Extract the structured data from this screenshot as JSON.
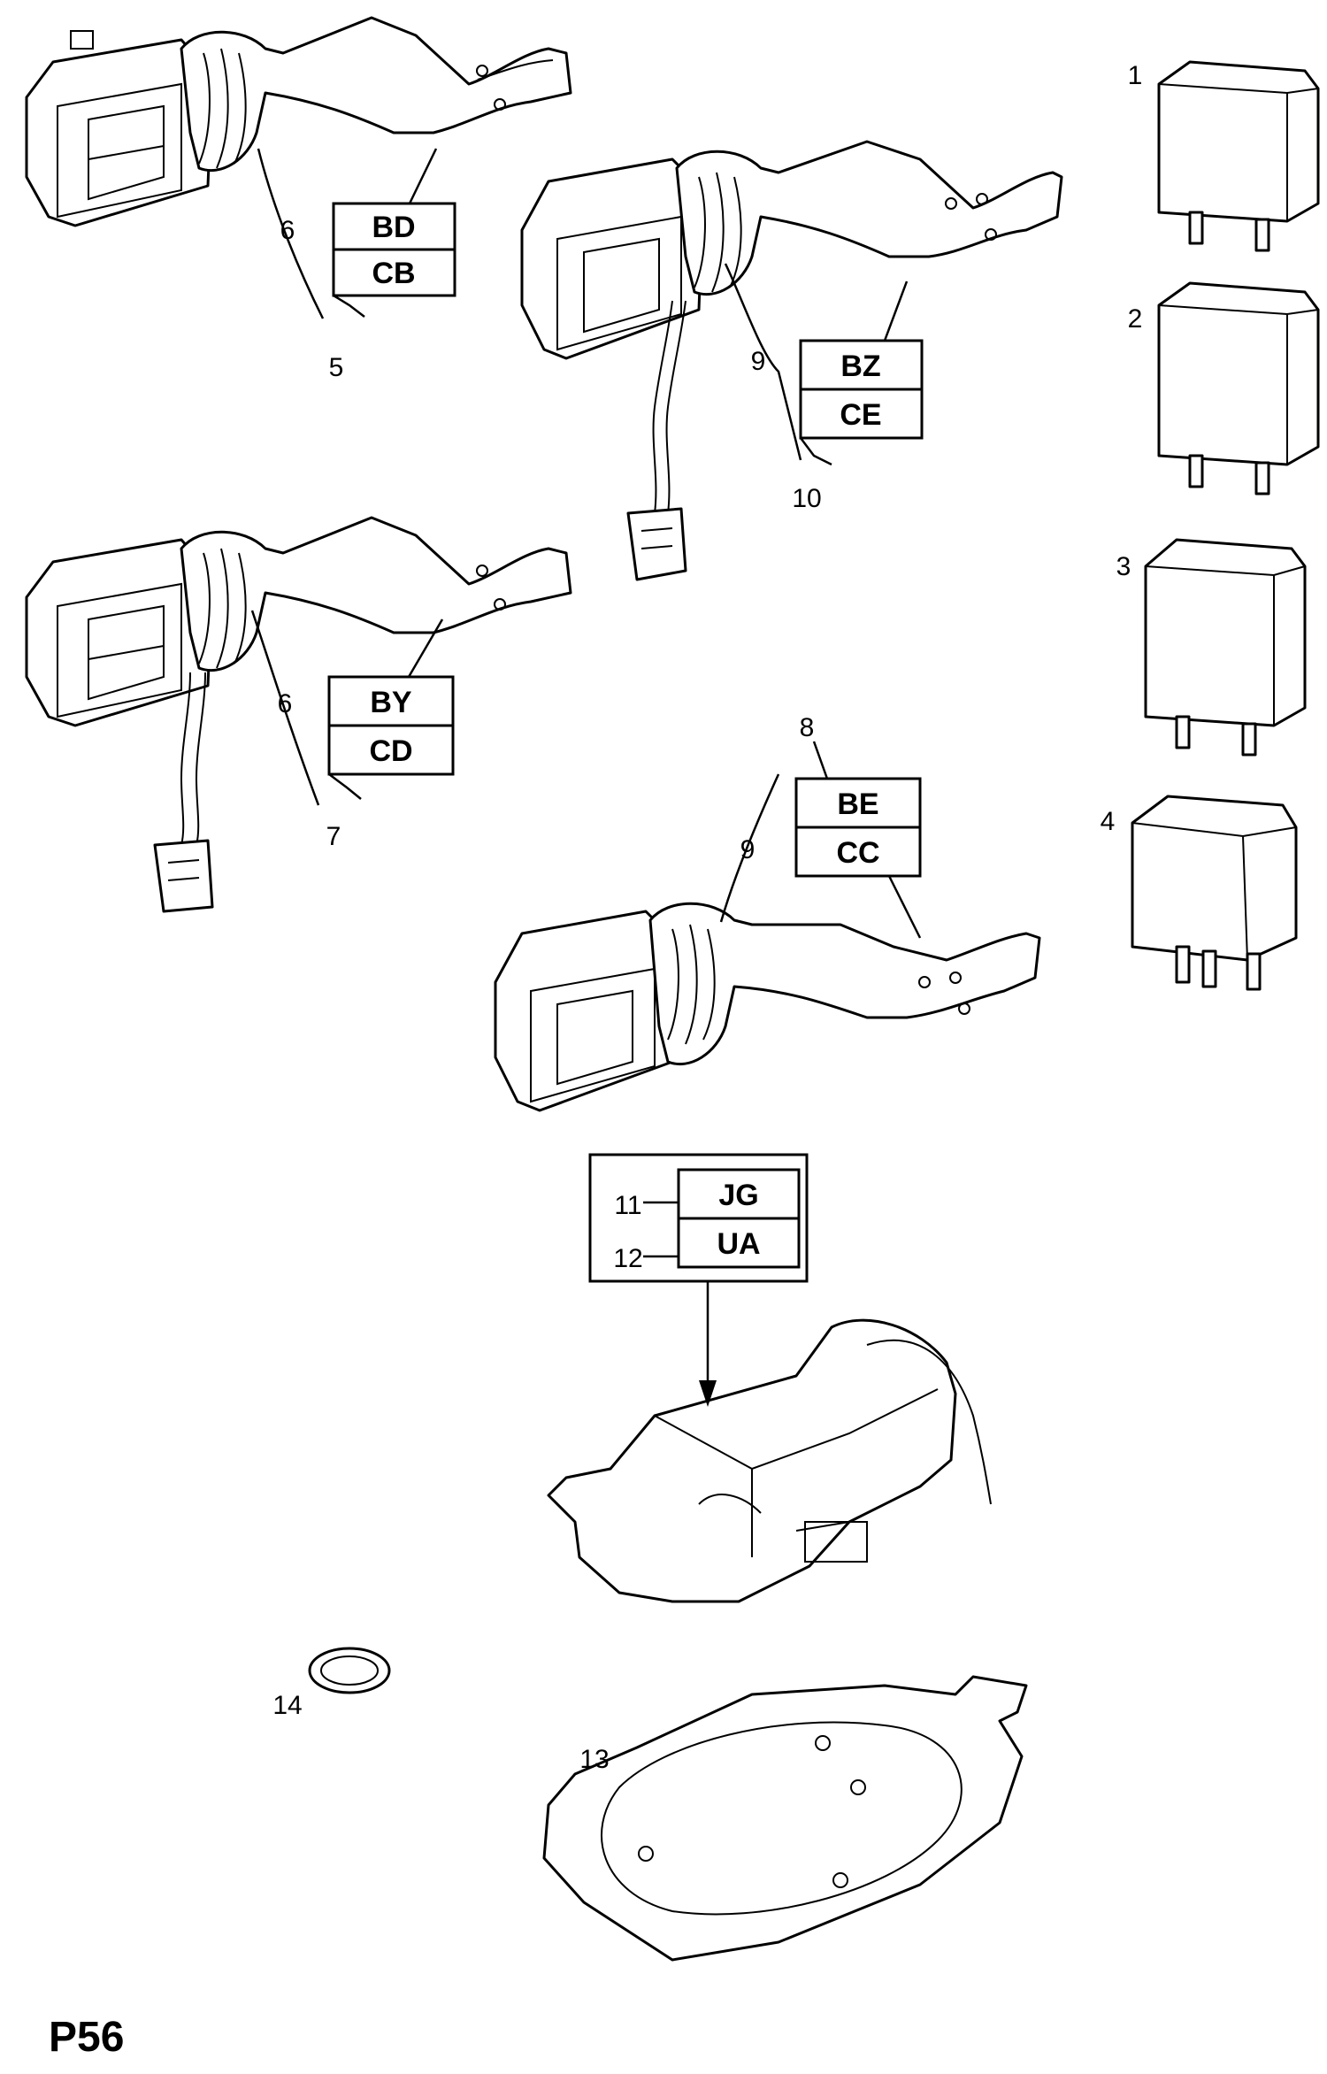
{
  "page_code": "P56",
  "callouts": [
    "1",
    "2",
    "3",
    "4",
    "5",
    "6",
    "6",
    "7",
    "8",
    "9",
    "9",
    "10",
    "11",
    "12",
    "13",
    "14"
  ],
  "code_groups": [
    {
      "top": "BD",
      "bottom": "CB"
    },
    {
      "top": "BZ",
      "bottom": "CE"
    },
    {
      "top": "BY",
      "bottom": "CD"
    },
    {
      "top": "BE",
      "bottom": "CC"
    },
    {
      "top": "JG",
      "bottom": "UA"
    }
  ]
}
